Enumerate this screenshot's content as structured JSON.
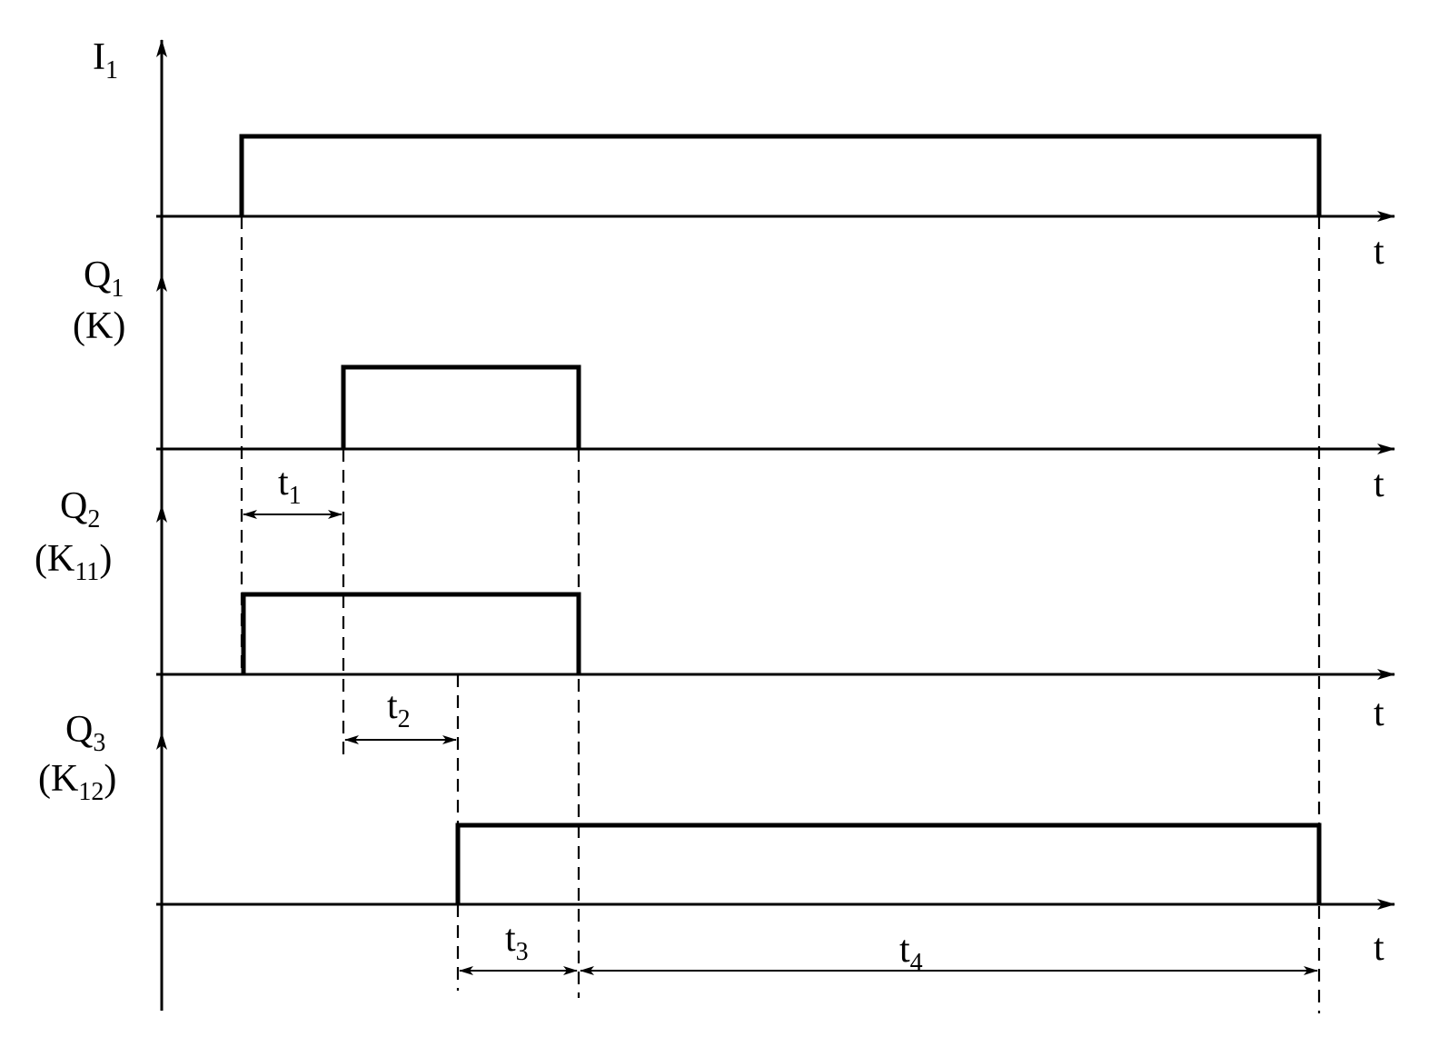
{
  "axes": {
    "time_symbol": "t",
    "rows": [
      {
        "name": "I",
        "sub": "1",
        "device": "",
        "device_sub": ""
      },
      {
        "name": "Q",
        "sub": "1",
        "device": "K",
        "device_sub": ""
      },
      {
        "name": "Q",
        "sub": "2",
        "device": "K",
        "device_sub": "11"
      },
      {
        "name": "Q",
        "sub": "3",
        "device": "K",
        "device_sub": "12"
      }
    ]
  },
  "intervals": [
    {
      "name": "t",
      "sub": "1"
    },
    {
      "name": "t",
      "sub": "2"
    },
    {
      "name": "t",
      "sub": "3"
    },
    {
      "name": "t",
      "sub": "4"
    }
  ],
  "colors": {
    "stroke": "#000000",
    "background": "#ffffff"
  }
}
